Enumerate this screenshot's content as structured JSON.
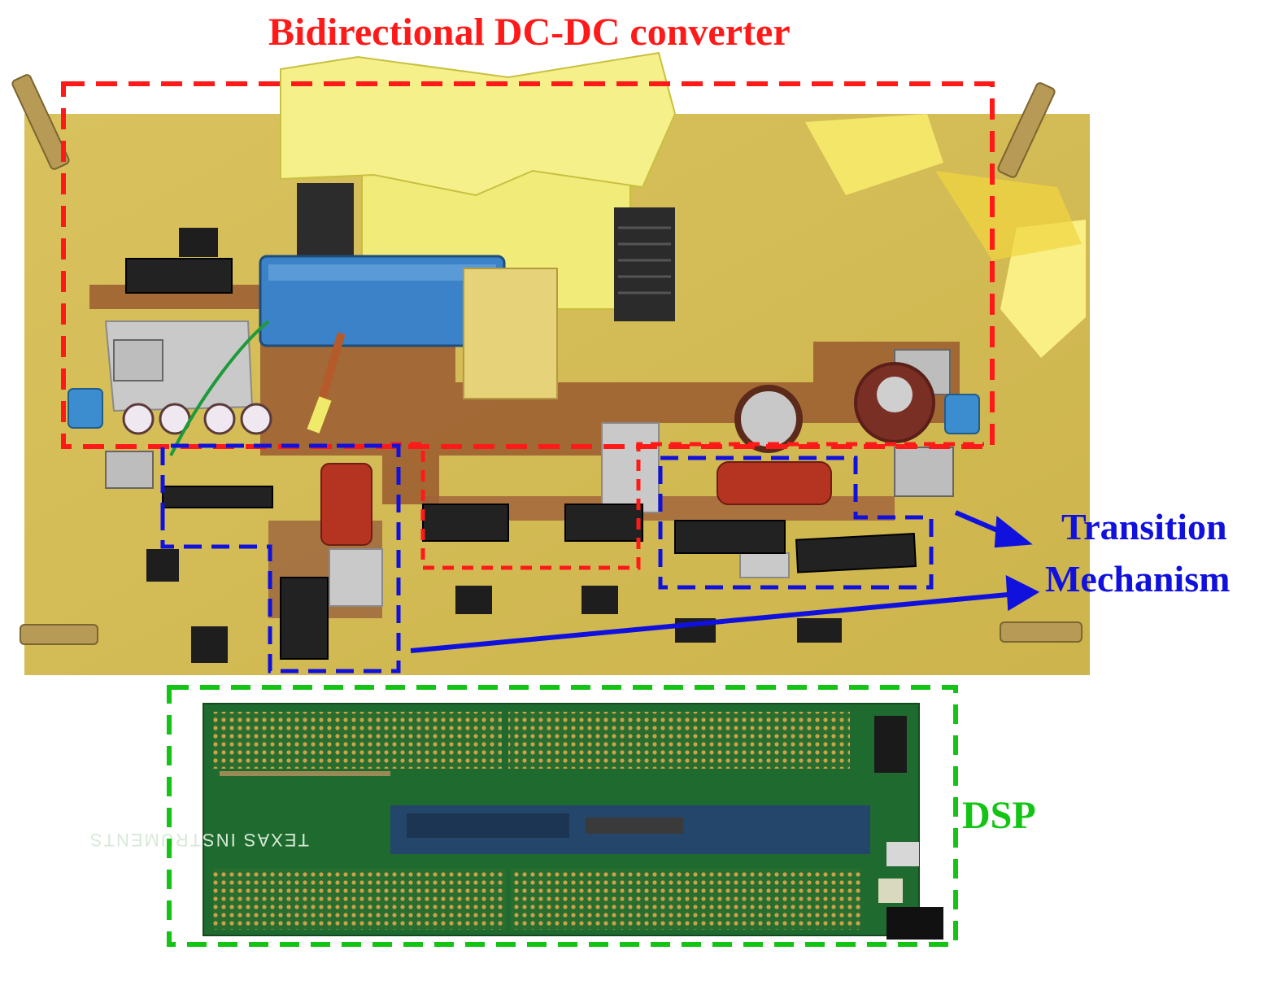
{
  "labels": {
    "converter": "Bidirectional DC-DC converter",
    "transition_line1": "Transition",
    "transition_line2": "Mechanism",
    "dsp": "DSP"
  },
  "board_marking": {
    "brand": "TEXAS INSTRUMENTS"
  },
  "colors": {
    "converter_box": "#ff1a1a",
    "transition_box": "#1111dd",
    "dsp_box": "#14c414",
    "pcb": "#d8c35a",
    "dsp_board": "#1f6b2f"
  }
}
